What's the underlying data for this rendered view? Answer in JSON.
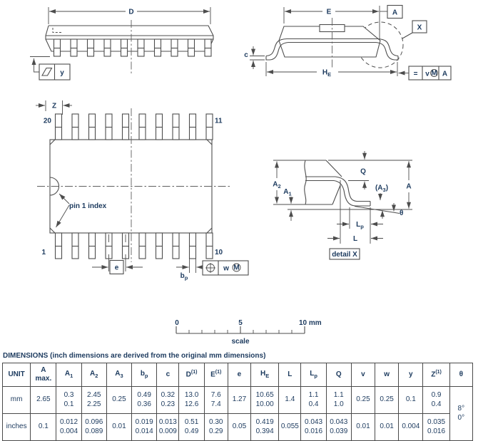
{
  "colors": {
    "line": "#4d4d4d",
    "text": "#1c3a5e",
    "background": "#ffffff"
  },
  "drawing": {
    "side_view": {
      "dim_d": "D",
      "flatness_tol": "y"
    },
    "end_view": {
      "dim_e": "E",
      "datum": "A",
      "detail_ref": "X",
      "dim_c": "c",
      "dim_he_base": "H",
      "dim_he_sub": "E",
      "frame_sym": "=",
      "frame_tol": "v",
      "frame_mod": "M",
      "frame_datum": "A"
    },
    "top_view": {
      "dim_z": "Z",
      "pin_top_left": "20",
      "pin_top_right": "11",
      "pin_bot_left": "1",
      "pin_bot_right": "10",
      "pin1_label": "pin 1 index",
      "dim_e": "e",
      "dim_bp_base": "b",
      "dim_bp_sub": "p",
      "frame_tol": "w",
      "frame_mod": "M"
    },
    "detail_x": {
      "a2_base": "A",
      "a2_sub": "2",
      "a1_base": "A",
      "a1_sub": "1",
      "q": "Q",
      "a3_pre": "(A",
      "a3_sub": "3",
      "a3_post": ")",
      "a": "A",
      "theta": "θ",
      "lp_base": "L",
      "lp_sub": "p",
      "l": "L",
      "caption": "detail X"
    }
  },
  "scale_bar": {
    "tick0": "0",
    "tick5": "5",
    "tick10": "10 mm",
    "caption": "scale"
  },
  "table": {
    "title": "DIMENSIONS (inch dimensions are derived from the original mm dimensions)",
    "headers": [
      {
        "text": "UNIT"
      },
      {
        "text": "A",
        "line2": "max."
      },
      {
        "text": "A",
        "sub": "1"
      },
      {
        "text": "A",
        "sub": "2"
      },
      {
        "text": "A",
        "sub": "3"
      },
      {
        "text": "b",
        "sub": "p"
      },
      {
        "text": "c"
      },
      {
        "text": "D",
        "sup": "(1)"
      },
      {
        "text": "E",
        "sup": "(1)"
      },
      {
        "text": "e"
      },
      {
        "text": "H",
        "sub": "E"
      },
      {
        "text": "L"
      },
      {
        "text": "L",
        "sub": "p"
      },
      {
        "text": "Q"
      },
      {
        "text": "v"
      },
      {
        "text": "w"
      },
      {
        "text": "y"
      },
      {
        "text": "Z",
        "sup": "(1)"
      },
      {
        "text": "θ"
      }
    ],
    "rows": [
      {
        "unit": "mm",
        "values": [
          "2.65",
          "0.3\n0.1",
          "2.45\n2.25",
          "0.25",
          "0.49\n0.36",
          "0.32\n0.23",
          "13.0\n12.6",
          "7.6\n7.4",
          "1.27",
          "10.65\n10.00",
          "1.4",
          "1.1\n0.4",
          "1.1\n1.0",
          "0.25",
          "0.25",
          "0.1",
          "0.9\n0.4"
        ]
      },
      {
        "unit": "inches",
        "values": [
          "0.1",
          "0.012\n0.004",
          "0.096\n0.089",
          "0.01",
          "0.019\n0.014",
          "0.013\n0.009",
          "0.51\n0.49",
          "0.30\n0.29",
          "0.05",
          "0.419\n0.394",
          "0.055",
          "0.043\n0.016",
          "0.043\n0.039",
          "0.01",
          "0.01",
          "0.004",
          "0.035\n0.016"
        ]
      }
    ],
    "theta_values": "8°\n0°"
  }
}
